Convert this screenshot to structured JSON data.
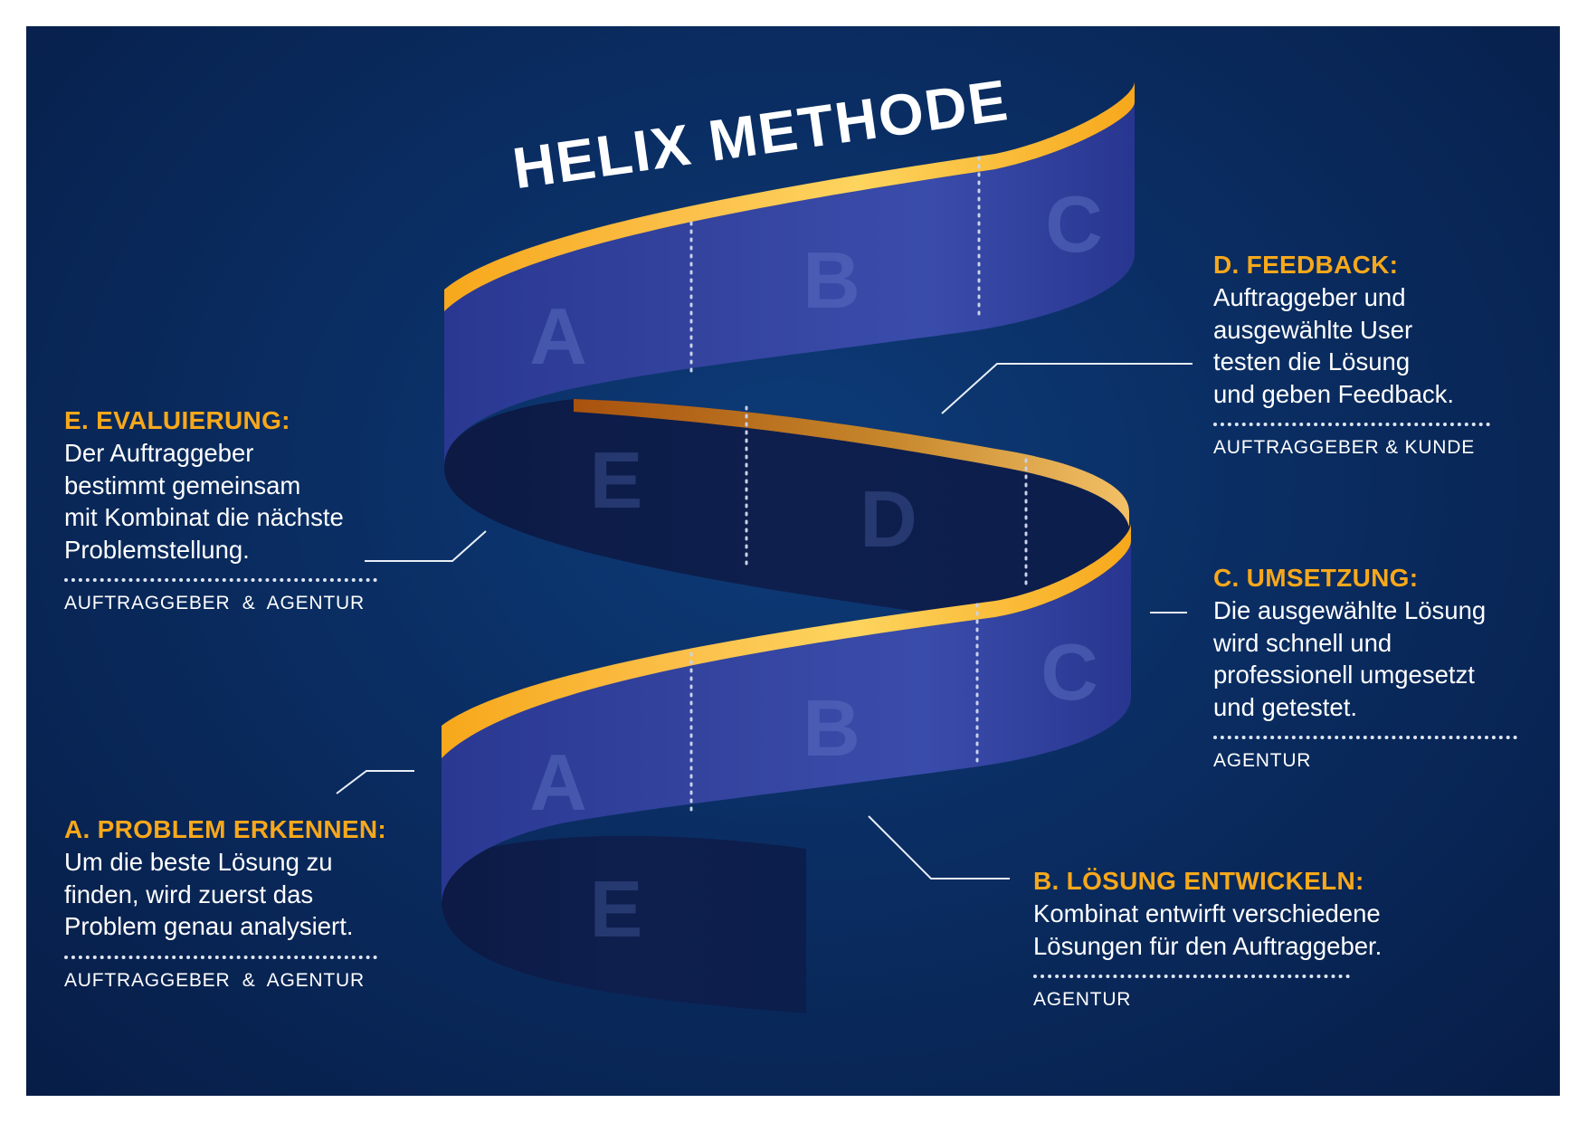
{
  "title": "HELIX METHODE",
  "strip_letters": {
    "top": [
      "A",
      "B",
      "C"
    ],
    "upper_back": [
      "E",
      "D"
    ],
    "lower": [
      "A",
      "B",
      "C"
    ],
    "lower_back": [
      "E"
    ]
  },
  "steps": {
    "a": {
      "heading": "A. PROBLEM ERKENNEN:",
      "lines": [
        "Um die beste Lösung zu",
        "finden, wird zuerst das",
        "Problem genau analysiert."
      ],
      "role": "AUFTRAGGEBER  &  AGENTUR"
    },
    "b": {
      "heading": "B. LÖSUNG ENTWICKELN:",
      "lines": [
        "Kombinat entwirft verschiedene",
        "Lösungen für den Auftraggeber."
      ],
      "role": "AGENTUR"
    },
    "c": {
      "heading": "C. UMSETZUNG:",
      "lines": [
        "Die ausgewählte Lösung",
        "wird schnell und",
        "professionell umgesetzt",
        "und getestet."
      ],
      "role": "AGENTUR"
    },
    "d": {
      "heading": "D. FEEDBACK:",
      "lines": [
        "Auftraggeber und",
        "ausgewählte User",
        "testen die Lösung",
        "und geben Feedback."
      ],
      "role": "AUFTRAGGEBER & KUNDE"
    },
    "e": {
      "heading": "E. EVALUIERUNG:",
      "lines": [
        "Der Auftraggeber",
        "bestimmt gemeinsam",
        "mit Kombinat die nächste",
        "Problemstellung."
      ],
      "role": "AUFTRAGGEBER  &  AGENTUR"
    }
  },
  "colors": {
    "background": "#0a2d62",
    "ribbon_front": "#2f3e9e",
    "ribbon_back": "#0d1d4a",
    "edge_orange": "#f7a81b",
    "heading_orange": "#f7a81b",
    "text": "#ffffff"
  }
}
